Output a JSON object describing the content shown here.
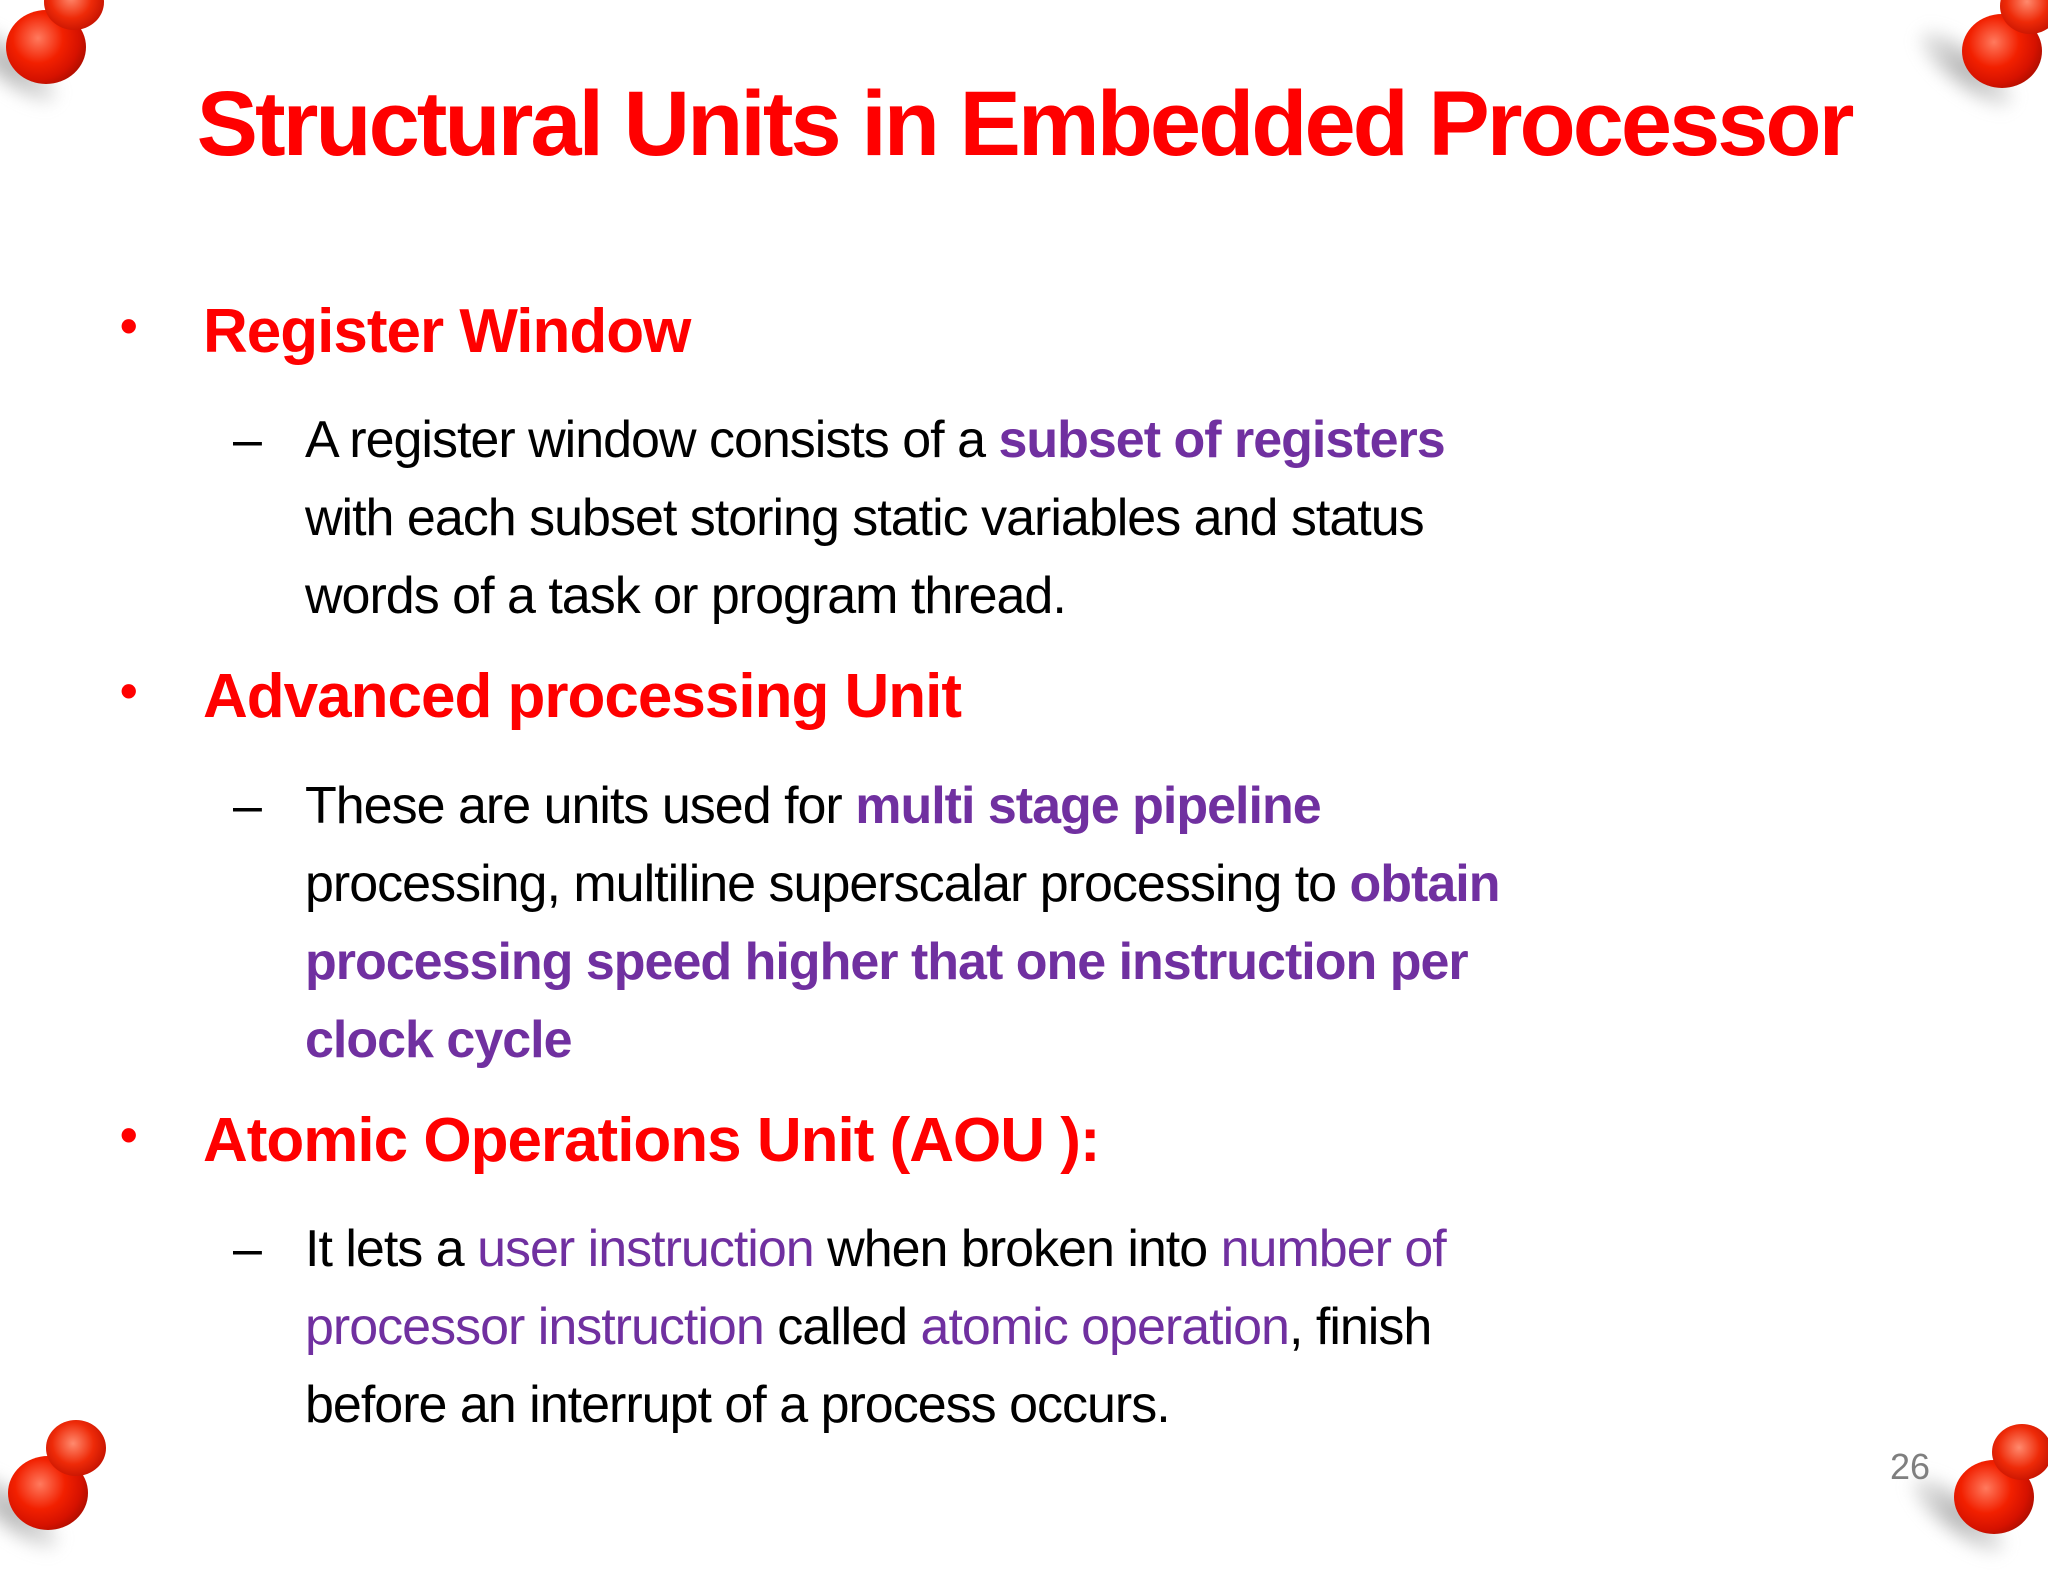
{
  "slide": {
    "title": "Structural Units in Embedded Processor",
    "page_number": "26",
    "bullet_char": "•",
    "dash_char": "–"
  },
  "colors": {
    "accent_red": "#FF0000",
    "accent_purple": "#7030A0",
    "body_text": "#000000",
    "page_number_gray": "#7F7F7F",
    "background": "#FFFFFF",
    "pushpin_red": "#E01000"
  },
  "icons": {
    "corner_decorations": [
      "pushpin-icon",
      "pushpin-icon",
      "pushpin-icon",
      "pushpin-icon"
    ]
  },
  "bullets": {
    "b1": {
      "heading": "Register Window",
      "l1a": "A register window consists of a ",
      "l1b": "subset of registers",
      "l2": "with each subset storing static variables and status",
      "l3": "words of a task or program thread."
    },
    "b2": {
      "heading": "Advanced processing Unit",
      "l1a": "These are units used for ",
      "l1b": "multi stage pipeline",
      "l2a": "processing, multiline superscalar processing to ",
      "l2b": "obtain",
      "l3": "processing speed higher that one instruction per",
      "l4": "clock cycle"
    },
    "b3": {
      "heading": "Atomic Operations Unit (AOU ):",
      "l1a": "It lets a ",
      "l1b": "user instruction",
      "l1c": " when broken into ",
      "l1d": "number of",
      "l2a": "processor instruction",
      "l2b": " called ",
      "l2c": "atomic operation",
      "l2d": ", finish",
      "l3": "before an interrupt of a process occurs."
    }
  }
}
